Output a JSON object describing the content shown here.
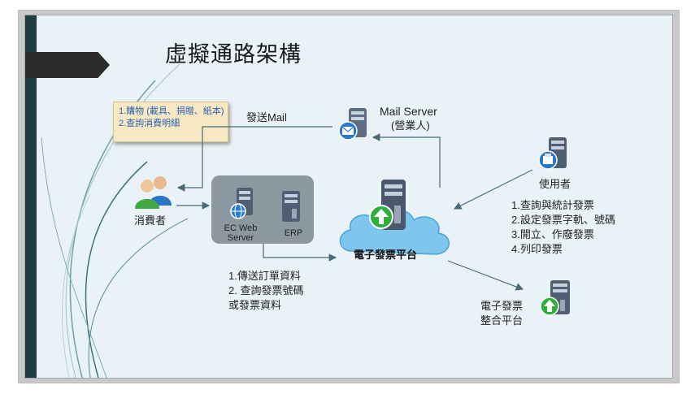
{
  "slide": {
    "title": "虛擬通路架構",
    "note_items": [
      "1.購物 (載具、捐贈、紙本)",
      "2.查詢消費明細"
    ],
    "send_mail_label": "發送Mail",
    "mail_server": {
      "name": "Mail Server",
      "sub": "(營業人)"
    },
    "consumer_label": "消費者",
    "ec_web_label": [
      "EC Web",
      "Server"
    ],
    "erp_label": "ERP",
    "platform_label": "電子發票平台",
    "user_label": "使用者",
    "user_functions": [
      "1.查詢與統計發票",
      "2.設定發票字軌、號碼",
      "3.開立、作廢發票",
      "4.列印發票"
    ],
    "consumer_functions": [
      "1.傳送訂單資料",
      "2. 查詢發票號碼",
      "或發票資料"
    ],
    "integration_label": [
      "電子發票",
      "整合平台"
    ]
  },
  "colors": {
    "slide_bg": "#e9f2f6",
    "sidebar": "#1f3e44",
    "note_bg": "#f7e8c4",
    "note_text": "#2b63b0",
    "server_box": "#8c98a0",
    "cloud": "#7fc6ee",
    "upload_arrow": "#2fae3c"
  },
  "icons": [
    "mail-server-icon",
    "consumer-users-icon",
    "ec-web-server-icon",
    "erp-server-icon",
    "platform-server-icon",
    "user-server-icon",
    "integration-server-icon"
  ]
}
